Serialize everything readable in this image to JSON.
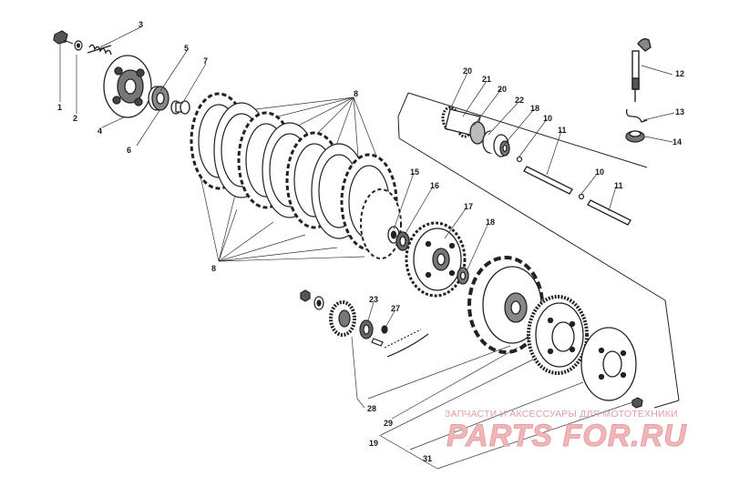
{
  "diagram": {
    "part_labels": [
      "1",
      "2",
      "3",
      "4",
      "5",
      "6",
      "7",
      "8",
      "8",
      "15",
      "16",
      "17",
      "18",
      "20",
      "21",
      "20",
      "22",
      "18",
      "10",
      "11",
      "10",
      "11",
      "12",
      "13",
      "14",
      "23",
      "27",
      "28",
      "29",
      "19",
      "31"
    ]
  },
  "watermark": {
    "subtitle": "ЗАПЧАСТИ И АКСЕССУАРЫ ДЛЯ МОТОТЕХНИКИ",
    "brand": "PARTS FOR.RU"
  },
  "colors": {
    "ink": "#1a1a1a",
    "watermark": "#f0b7b9"
  }
}
